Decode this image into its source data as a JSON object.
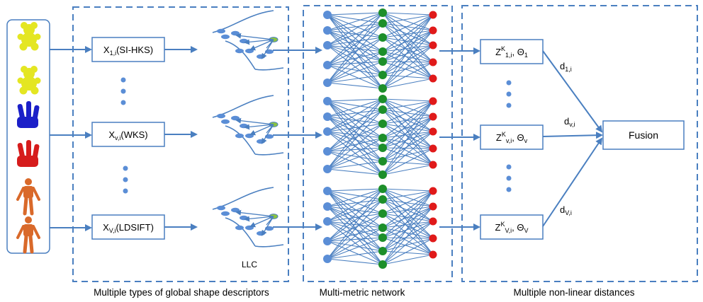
{
  "descriptors": [
    {
      "var": "X",
      "sub": "1,i",
      "name": "(SI-HKS)"
    },
    {
      "var": "X",
      "sub": "v,i",
      "name": "(WKS)"
    },
    {
      "var": "X",
      "sub": "V,i",
      "name": "(LDSIFT)"
    }
  ],
  "llc_label": "LLC",
  "metrics": [
    {
      "var": "Z",
      "sup": "K",
      "sub": "1,i",
      "theta": "Θ",
      "tsub": "1"
    },
    {
      "var": "Z",
      "sup": "K",
      "sub": "v,i",
      "theta": "Θ",
      "tsub": "v"
    },
    {
      "var": "Z",
      "sup": "K",
      "sub": "V,i",
      "theta": "Θ",
      "tsub": "V"
    }
  ],
  "distances": [
    {
      "var": "d",
      "sub": "1,i"
    },
    {
      "var": "d",
      "sub": "v,i"
    },
    {
      "var": "d",
      "sub": "V,i"
    }
  ],
  "fusion_label": "Fusion",
  "captions": {
    "descriptors": "Multiple types of global shape descriptors",
    "network": "Multi-metric network",
    "distances": "Multiple non-linear distances"
  },
  "shapes": [
    {
      "name": "teddy-bear",
      "color": "#e4e622"
    },
    {
      "name": "teddy-bear",
      "color": "#e4e622"
    },
    {
      "name": "hand",
      "color": "#1b1fc8"
    },
    {
      "name": "hand",
      "color": "#d61c1c"
    },
    {
      "name": "human-figure",
      "color": "#d9692a"
    },
    {
      "name": "human-figure",
      "color": "#d9692a"
    }
  ],
  "colors": {
    "line": "#4a7fc0",
    "node_input": "#5b8ed6",
    "node_hidden": "#1d8f2a",
    "node_output": "#e01a1a"
  }
}
